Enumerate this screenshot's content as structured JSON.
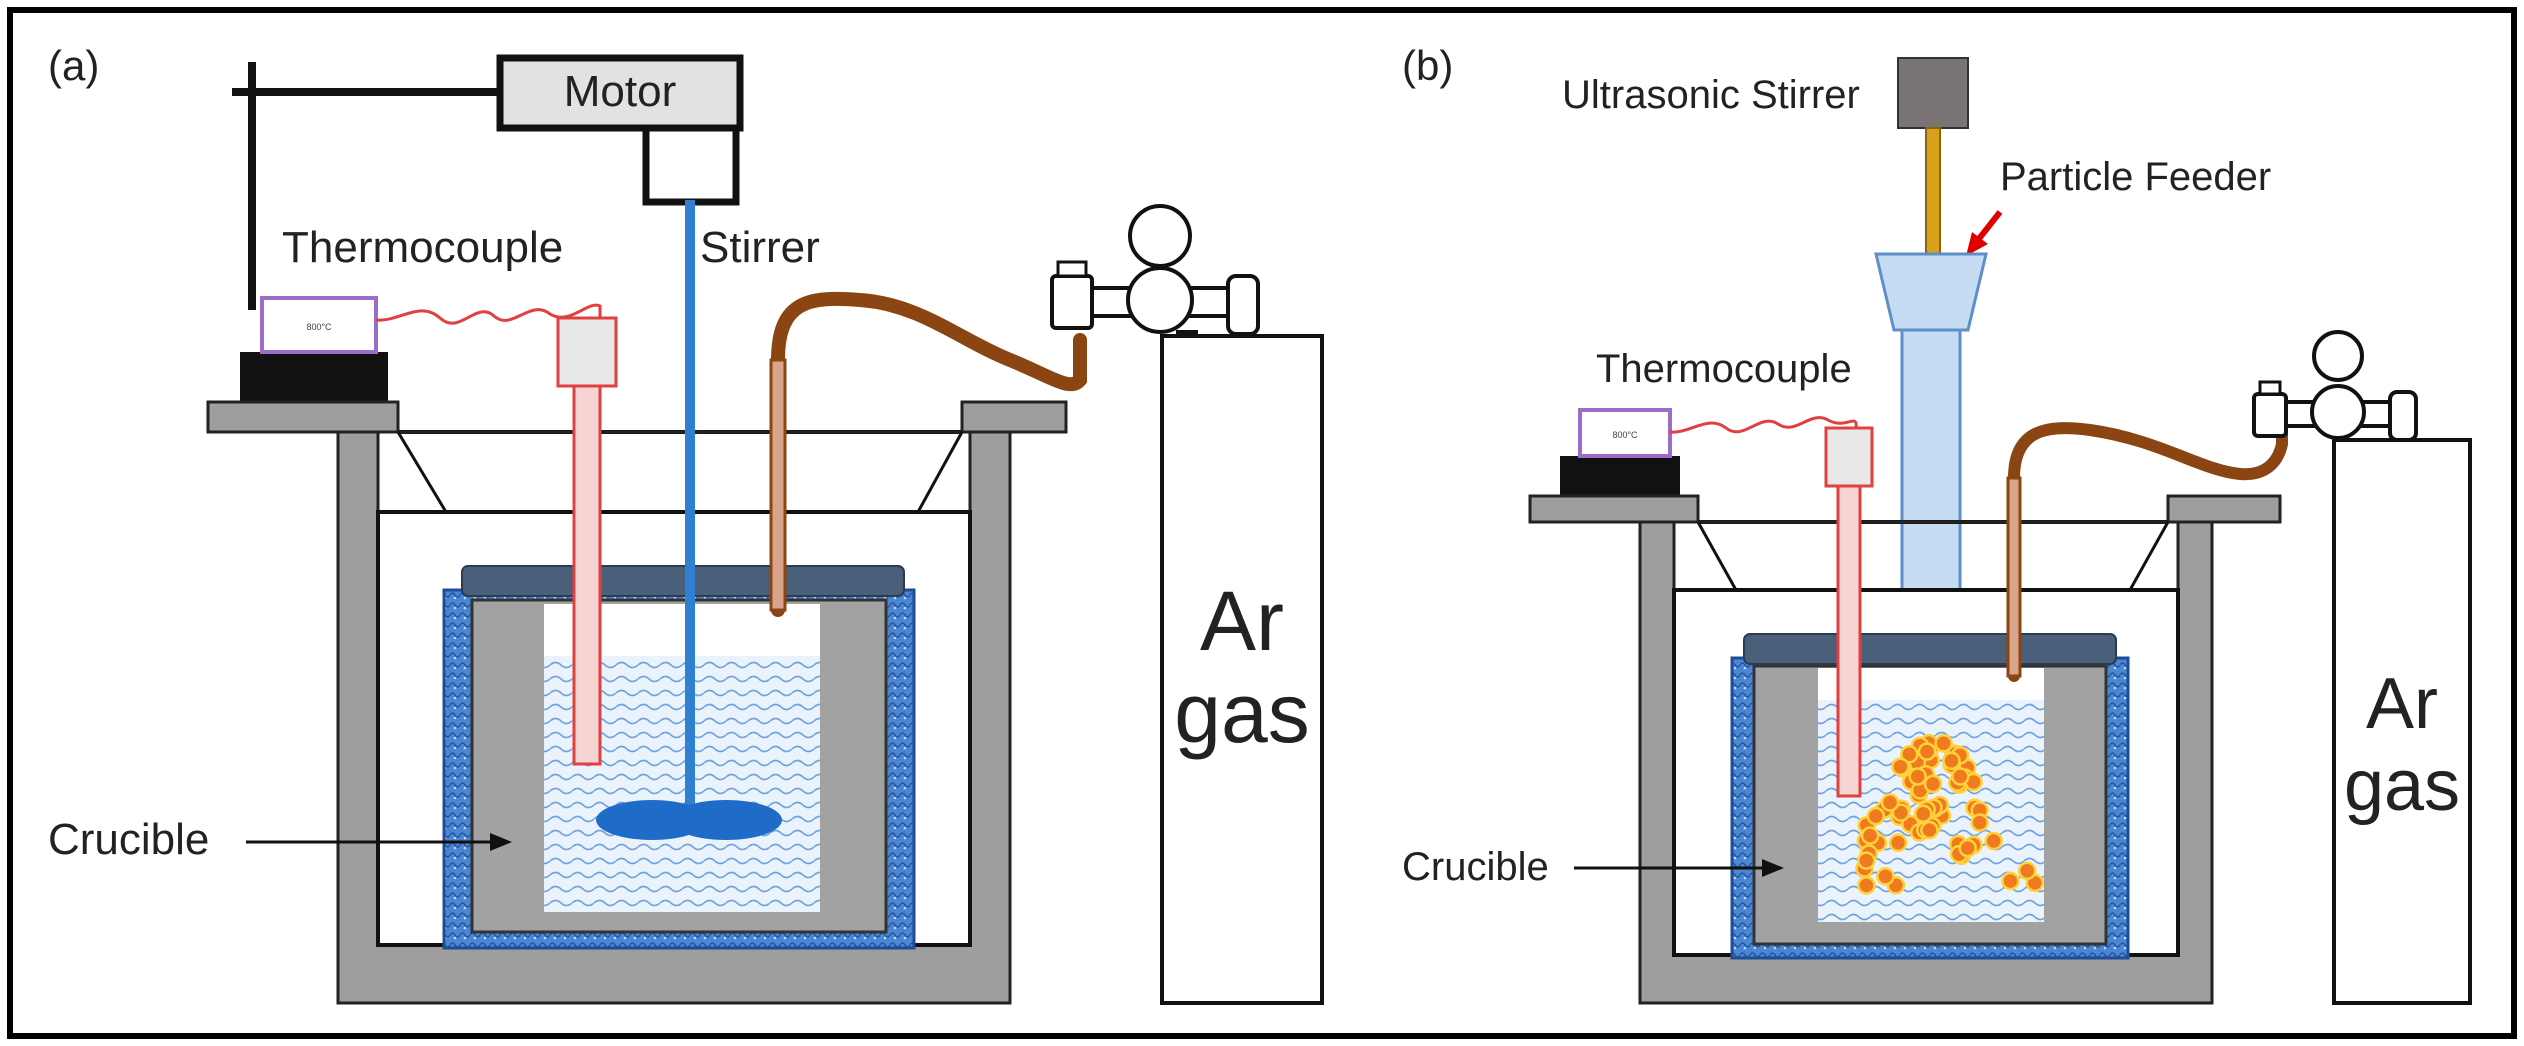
{
  "panels": [
    {
      "id": "a",
      "panel_label": "(a)",
      "labels": {
        "motor": "Motor",
        "thermocouple": "Thermocouple",
        "stirrer": "Stirrer",
        "crucible": "Crucible",
        "gas_line1": "Ar",
        "gas_line2": "gas",
        "display": "800°C"
      }
    },
    {
      "id": "b",
      "panel_label": "(b)",
      "labels": {
        "ultrasonic": "Ultrasonic Stirrer",
        "feeder": "Particle Feeder",
        "thermocouple": "Thermocouple",
        "crucible": "Crucible",
        "gas_line1": "Ar",
        "gas_line2": "gas",
        "display": "800°C"
      }
    }
  ],
  "colors": {
    "furnace": "#9e9e9e",
    "insulation": "#3f78c8",
    "lid": "#4a5f7a",
    "stirrer": "#2f7fd3",
    "tube": "#8b4513",
    "thermocouple": "#e04040",
    "feeder": "#c6dcf2",
    "horn": "#d9a21a",
    "particle": "#f07a20",
    "arrow_red": "#e00000"
  }
}
